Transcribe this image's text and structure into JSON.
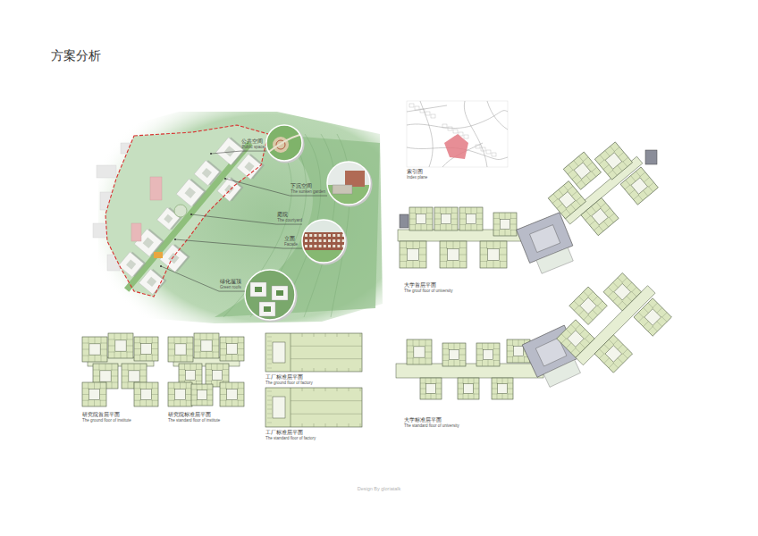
{
  "diagram": {
    "title": "方案分析",
    "nodes": [
      {
        "text": [
          "公共空间",
          "Public space"
        ]
      },
      {
        "text": [
          "下沉空间",
          "The sunken garden"
        ]
      },
      {
        "text": [
          "庭院",
          "The courtyard"
        ]
      },
      {
        "text": [
          "立面",
          "Facade"
        ]
      },
      {
        "text": [
          "绿化屋顶",
          "Green roofs"
        ]
      },
      {
        "text": [
          "索引图",
          "Index plane"
        ]
      },
      {
        "text": [
          "大学首层平面",
          "The grouf floor of university"
        ]
      },
      {
        "text": [
          "研究院首层平面",
          "The ground floor of institute"
        ]
      },
      {
        "text": [
          "研究院标准层平面",
          "The standard floor of institute"
        ]
      },
      {
        "text": [
          "工厂标准层平面",
          "The ground floor of factory"
        ]
      },
      {
        "text": [
          "工厂标准层平面",
          "The standard floor of factory"
        ]
      },
      {
        "text": [
          "大学标准层平面",
          "The standard floor of university"
        ]
      }
    ],
    "labels": [
      "Design By gloriatalk"
    ]
  }
}
